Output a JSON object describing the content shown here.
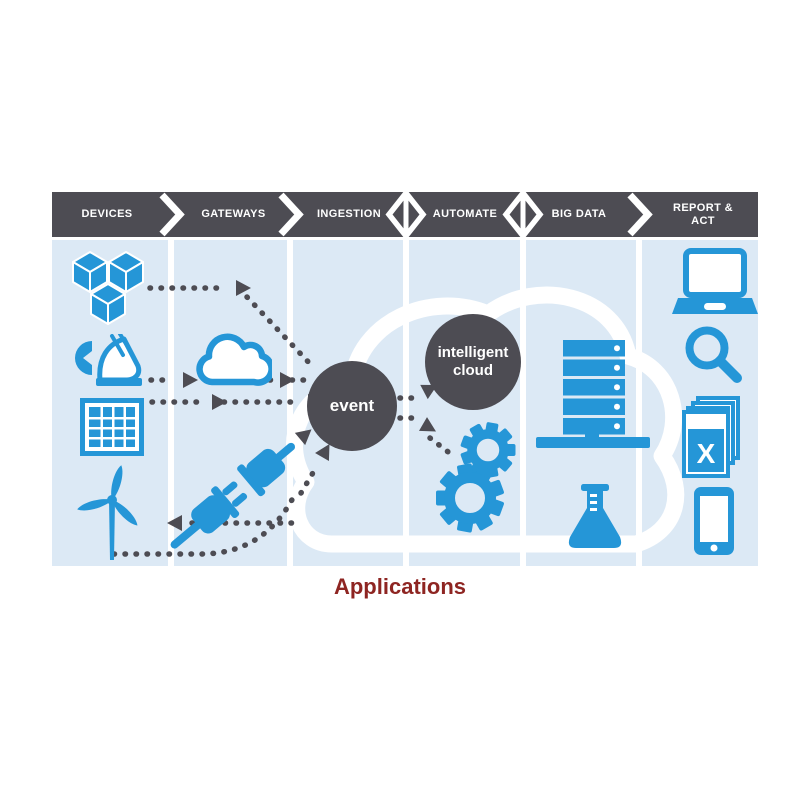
{
  "header": {
    "stages": [
      {
        "label": "DEVICES"
      },
      {
        "label": "GATEWAYS"
      },
      {
        "label": "INGESTION"
      },
      {
        "label": "AUTOMATE"
      },
      {
        "label": "BIG DATA"
      },
      {
        "label": "REPORT & ACT"
      }
    ],
    "junctions": [
      "arrow",
      "arrow",
      "diamond",
      "diamond",
      "arrow"
    ]
  },
  "nodes": {
    "event": "event",
    "intelligent_cloud": "intelligent cloud"
  },
  "caption": "Applications",
  "icons": {
    "devices": [
      "cubes-icon",
      "meter-icon",
      "solar-panel-icon",
      "wind-turbine-icon"
    ],
    "gateways": [
      "cloud-icon",
      "plug-icon"
    ],
    "automate": [
      "gear-small-icon",
      "gear-large-icon"
    ],
    "big_data": [
      "server-stack-icon",
      "flask-icon"
    ],
    "report_act": [
      "laptop-icon",
      "magnifier-icon",
      "documents-x-icon",
      "smartphone-icon"
    ],
    "document_x_label": "X"
  },
  "colors": {
    "icon_blue": "#2596d7",
    "dark_gray": "#4d4c53",
    "panel_blue": "#dce9f5",
    "caption_red": "#8e2522",
    "white": "#ffffff"
  }
}
